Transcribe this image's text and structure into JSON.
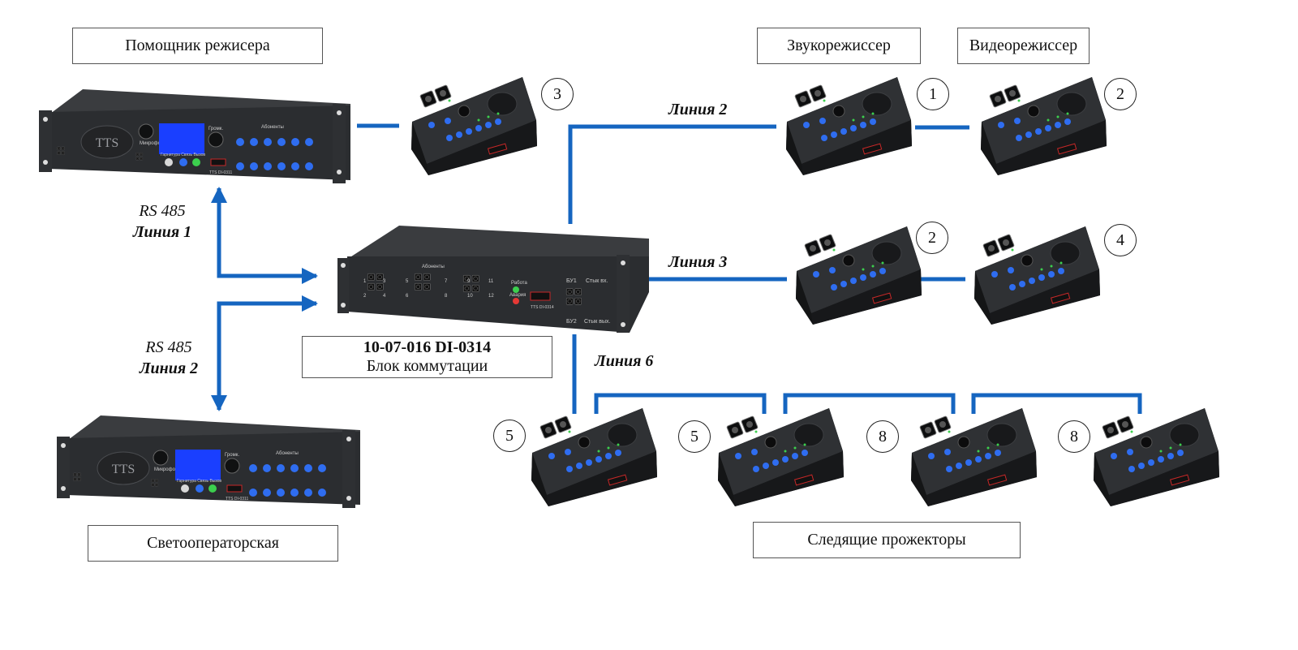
{
  "labels": {
    "assistant_director": "Помощник режисера",
    "sound_director": "Звукорежиссер",
    "video_director": "Видеорежиссер",
    "switch_model": "10-07-016 DI-0314",
    "switch_name": "Блок коммутации",
    "light_room": "Светооператорская",
    "followspots": "Следящие прожекторы"
  },
  "links": {
    "rs485_a": "RS 485",
    "line1": "Линия 1",
    "rs485_b": "RS 485",
    "line2_left": "Линия 2",
    "line2": "Линия 2",
    "line3": "Линия 3",
    "line6": "Линия 6"
  },
  "numbers": {
    "panel_top_left": "3",
    "sound_panel": "1",
    "video_panel": "2",
    "line3_a": "2",
    "line3_b": "4",
    "spot_1": "5",
    "spot_2": "5",
    "spot_3": "8",
    "spot_4": "8"
  },
  "device_text": {
    "tts_logo": "TTS",
    "subscribers": "Абоненты",
    "mic": "Микрофон",
    "headset_buttons": "Гарнитура  Связь  Вызов",
    "volume": "Громк.",
    "rack_model": "TTS DI-0311",
    "switch_subscribers": "Абоненты",
    "work": "Работа",
    "alarm": "Авария",
    "bu1": "БУ1",
    "bu2": "БУ2",
    "link_in": "Стык вх.",
    "link_out": "Стык вых.",
    "switch_model_small": "TTS DI-0314",
    "port_numbers": [
      "1",
      "2",
      "3",
      "4",
      "5",
      "6",
      "7",
      "8",
      "9",
      "10",
      "11",
      "12"
    ]
  },
  "colors": {
    "link_blue": "#1565c0",
    "device_body": "#2b2d30",
    "device_face": "#1c1d1f",
    "button_blue": "#2f6df0",
    "screen_blue": "#1a3fff",
    "led_green": "#3ccf4e",
    "led_red": "#e53935"
  }
}
